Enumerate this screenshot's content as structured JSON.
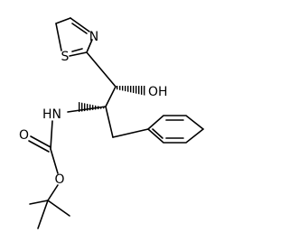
{
  "molecule": {
    "atom_labels": {
      "thiazole_sulfur": "S",
      "thiazole_nitrogen": "N",
      "hydroxyl": "OH",
      "carbamate_nh": "HN",
      "carbonyl_oxygen": "O",
      "ester_oxygen": "O"
    }
  },
  "colors": {
    "bond": "#000000",
    "label": "#000000",
    "background": "#ffffff"
  }
}
